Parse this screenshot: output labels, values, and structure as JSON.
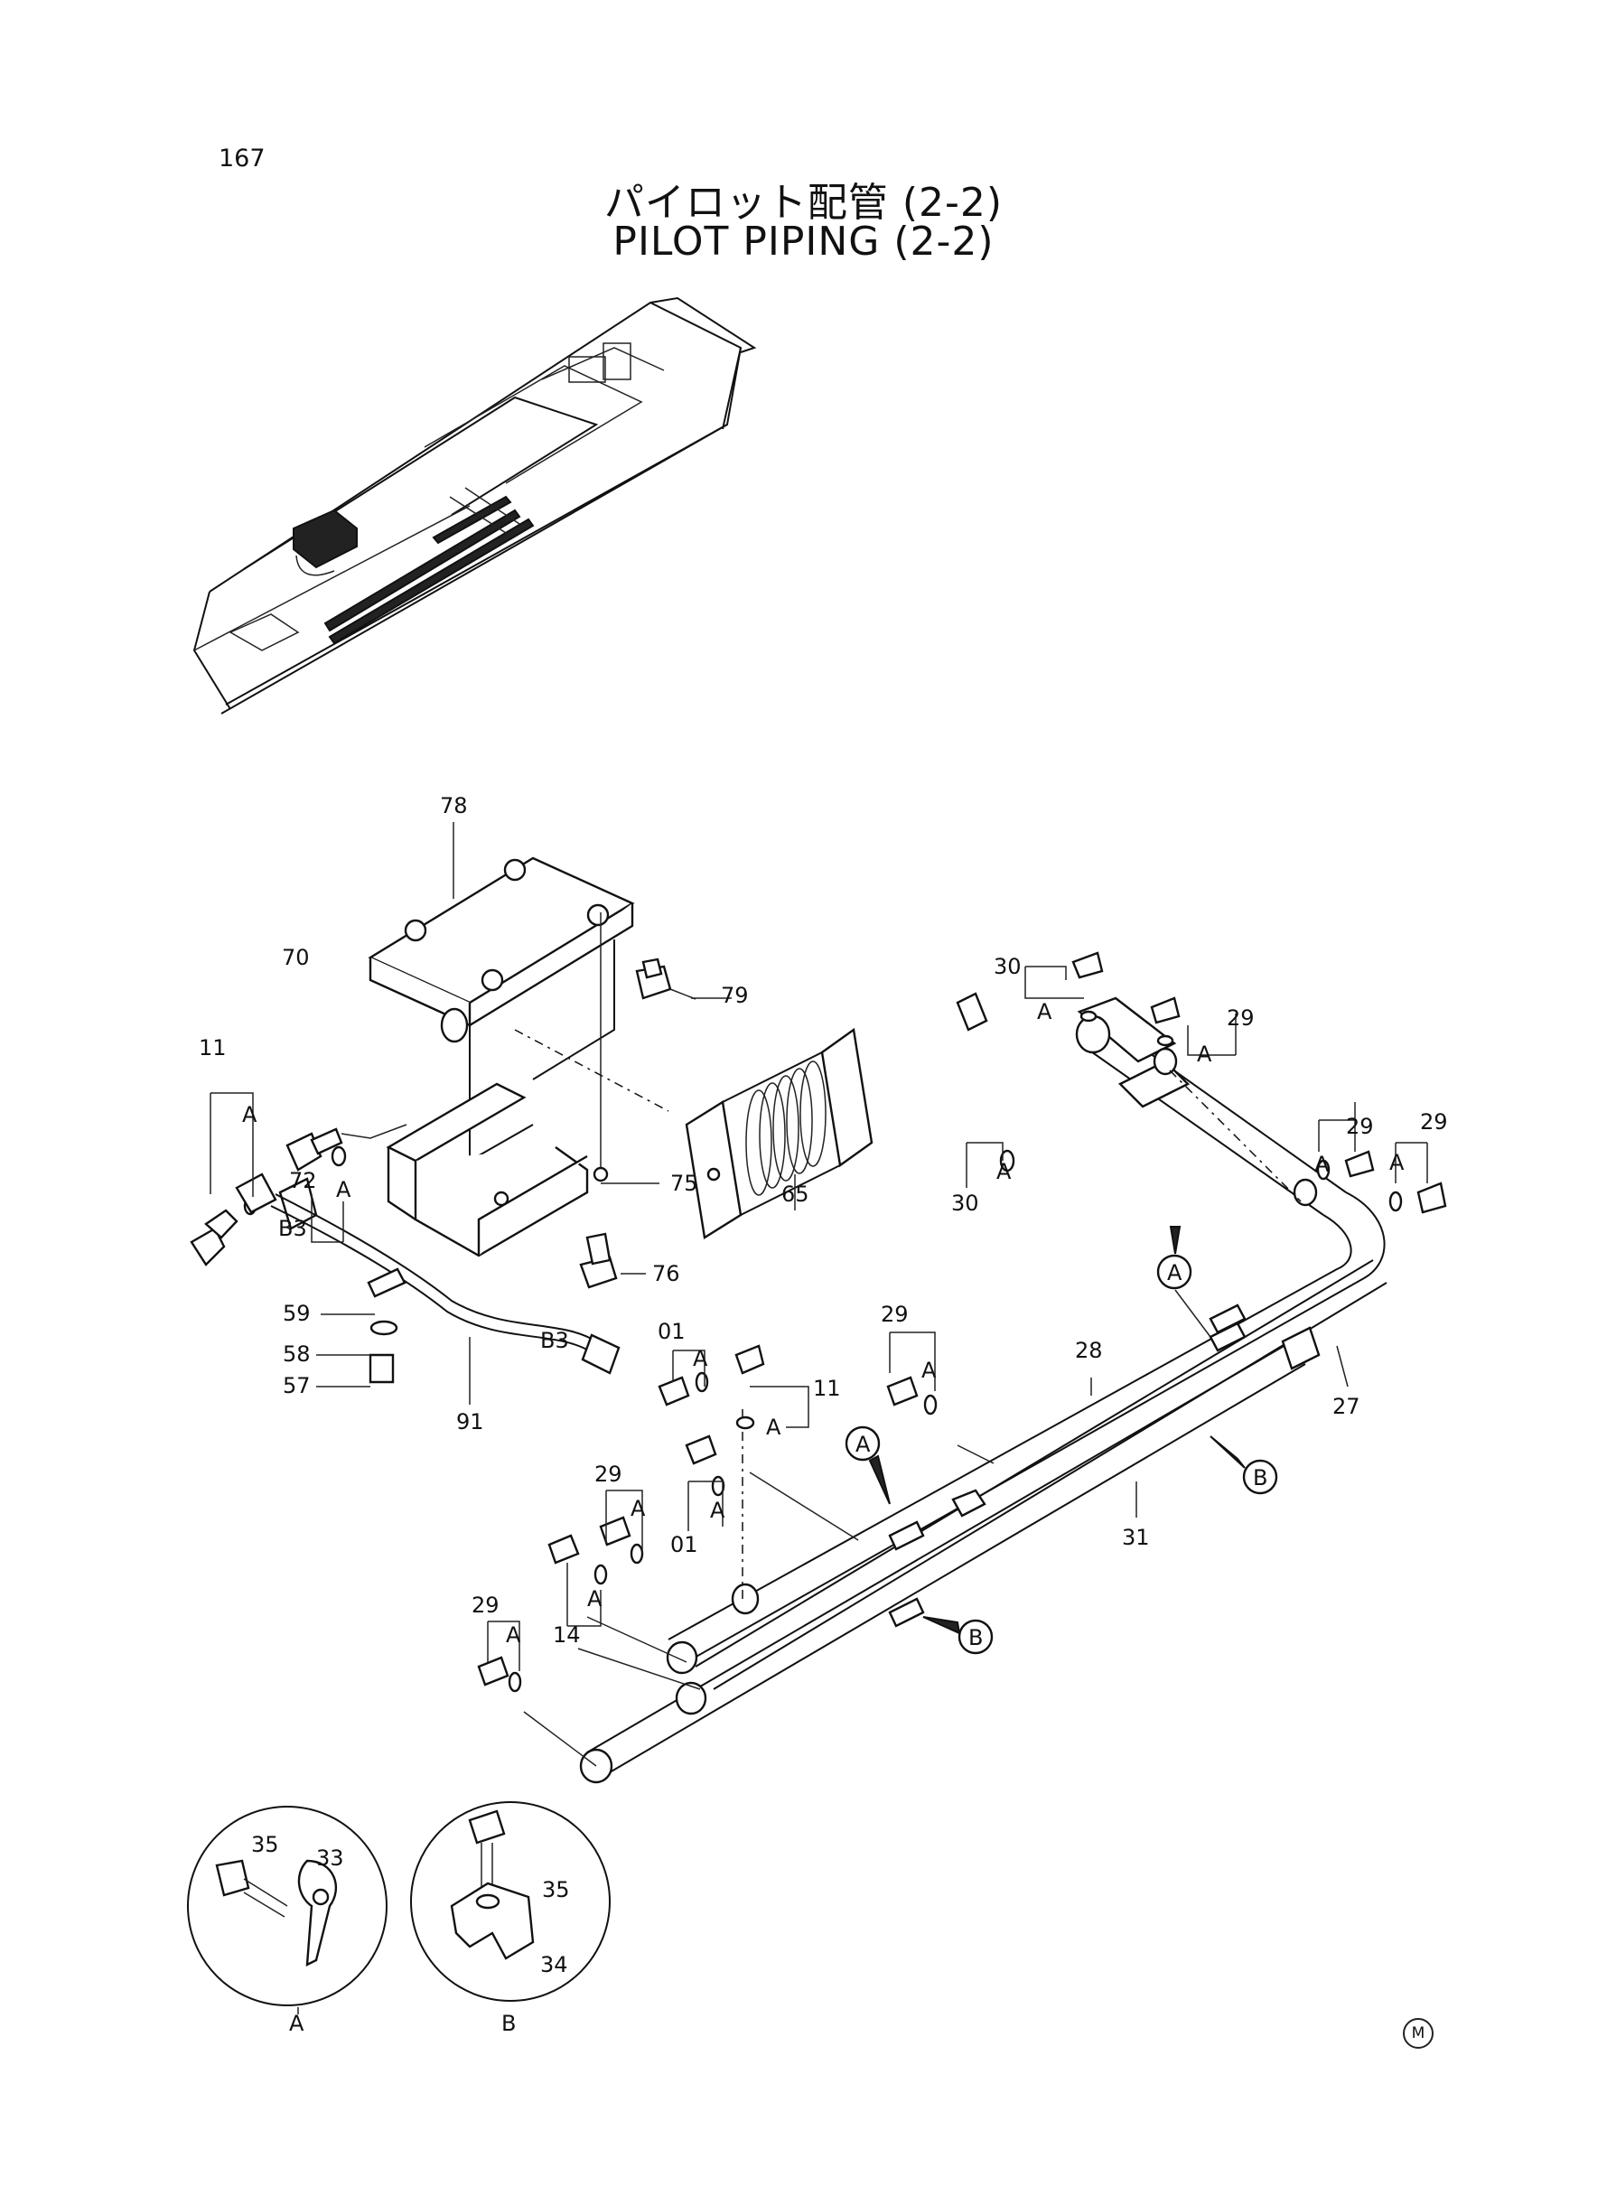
{
  "page_number": "167",
  "title_jp": "パイロット配管 (2-2)",
  "title_en": "PILOT PIPING (2-2)",
  "trademark": "M",
  "callouts": {
    "p78": "78",
    "p70": "70",
    "p79": "79",
    "p11a": "11",
    "A_11a": "A",
    "A_72": "A",
    "p72": "72",
    "p65": "65",
    "p75": "75",
    "p76": "76",
    "b3a": "B3",
    "b3b": "B3",
    "p59": "59",
    "p58": "58",
    "p57": "57",
    "p91": "91",
    "p01a": "01",
    "A_01a": "A",
    "p11b": "11",
    "A_11b": "A",
    "p29a": "29",
    "A_29a": "A",
    "p28": "28",
    "p27": "27",
    "p31": "31",
    "p29b": "29",
    "A_29b": "A",
    "p01b": "01",
    "A_01b": "A",
    "A_14": "A",
    "p14": "14",
    "p29c": "29",
    "A_29c": "A",
    "p30a": "30",
    "A_30a": "A",
    "p30b": "30",
    "A_30b": "A",
    "p29d": "29",
    "A_29d": "A",
    "p29e": "29",
    "A_29e": "A",
    "p29f": "29",
    "A_29f": "A",
    "ref_A1": "A",
    "ref_A2": "A",
    "ref_B1": "B",
    "ref_B2": "B",
    "detA_35": "35",
    "detA_33": "33",
    "detA_label": "A",
    "detB_35": "35",
    "detB_34": "34",
    "detB_label": "B"
  }
}
